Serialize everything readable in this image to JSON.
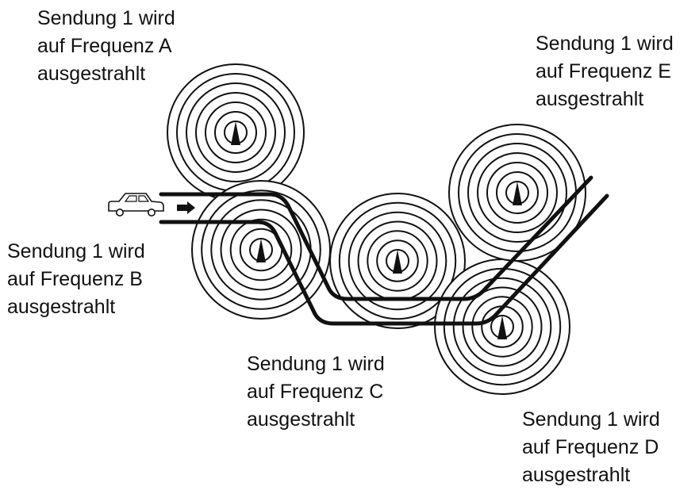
{
  "labels": {
    "a": [
      "Sendung 1 wird",
      "auf Frequenz A",
      "ausgestrahlt"
    ],
    "b": [
      "Sendung 1 wird",
      "auf Frequenz B",
      "ausgestrahlt"
    ],
    "c": [
      "Sendung 1 wird",
      "auf Frequenz C",
      "ausgestrahlt"
    ],
    "d": [
      "Sendung 1 wird",
      "auf Frequenz D",
      "ausgestrahlt"
    ],
    "e": [
      "Sendung 1 wird",
      "auf Frequenz E",
      "ausgestrahlt"
    ]
  },
  "colors": {
    "ink": "#111111",
    "background": "#ffffff"
  },
  "icons": [
    "car-icon",
    "direction-arrow-icon",
    "transmitter-icon",
    "signal-rings"
  ]
}
